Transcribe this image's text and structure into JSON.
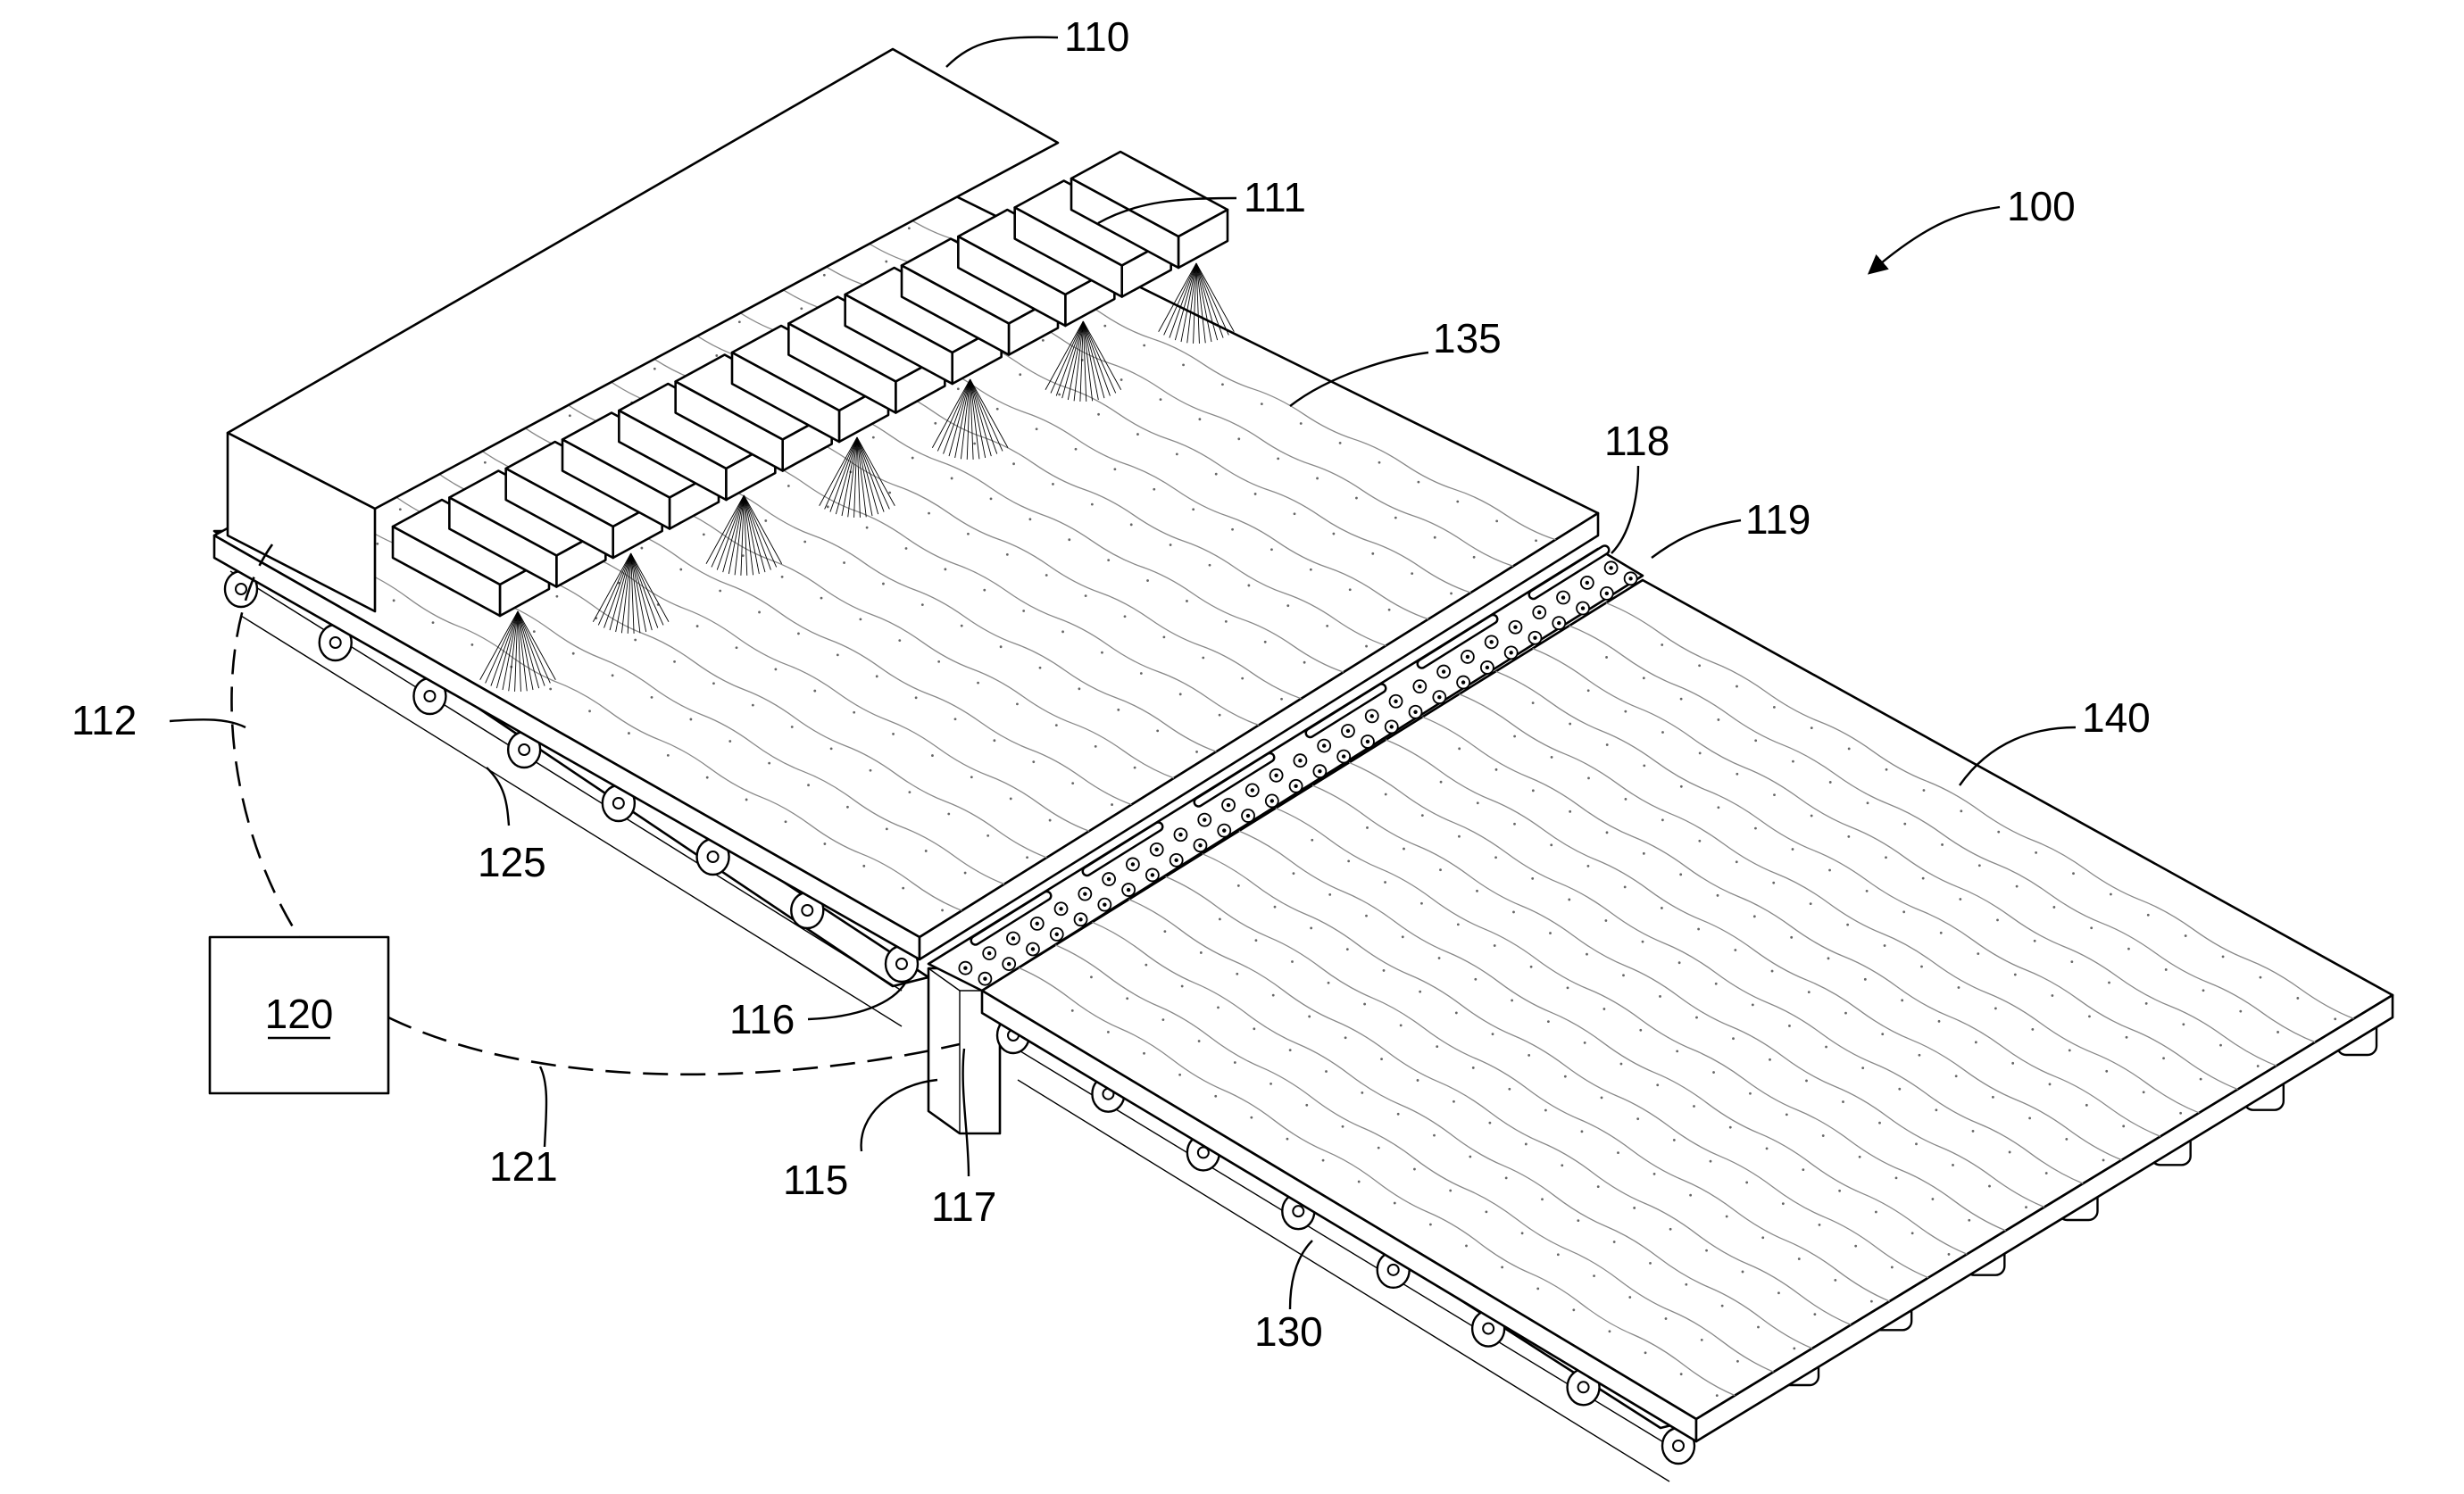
{
  "figure": {
    "labels": {
      "system": "100",
      "spray_unit": "110",
      "nozzle": "111",
      "link_spray": "112",
      "transfer_unit": "115",
      "transfer_roller": "116",
      "transfer_link": "117",
      "brush_spray": "118",
      "brush_zone": "119",
      "controller": "120",
      "link_transfer": "121",
      "first_conveyor": "125",
      "second_conveyor": "130",
      "first_sheet": "135",
      "second_sheet": "140"
    }
  },
  "colors": {
    "line": "#000000",
    "background": "#ffffff",
    "texture": "#888888"
  }
}
